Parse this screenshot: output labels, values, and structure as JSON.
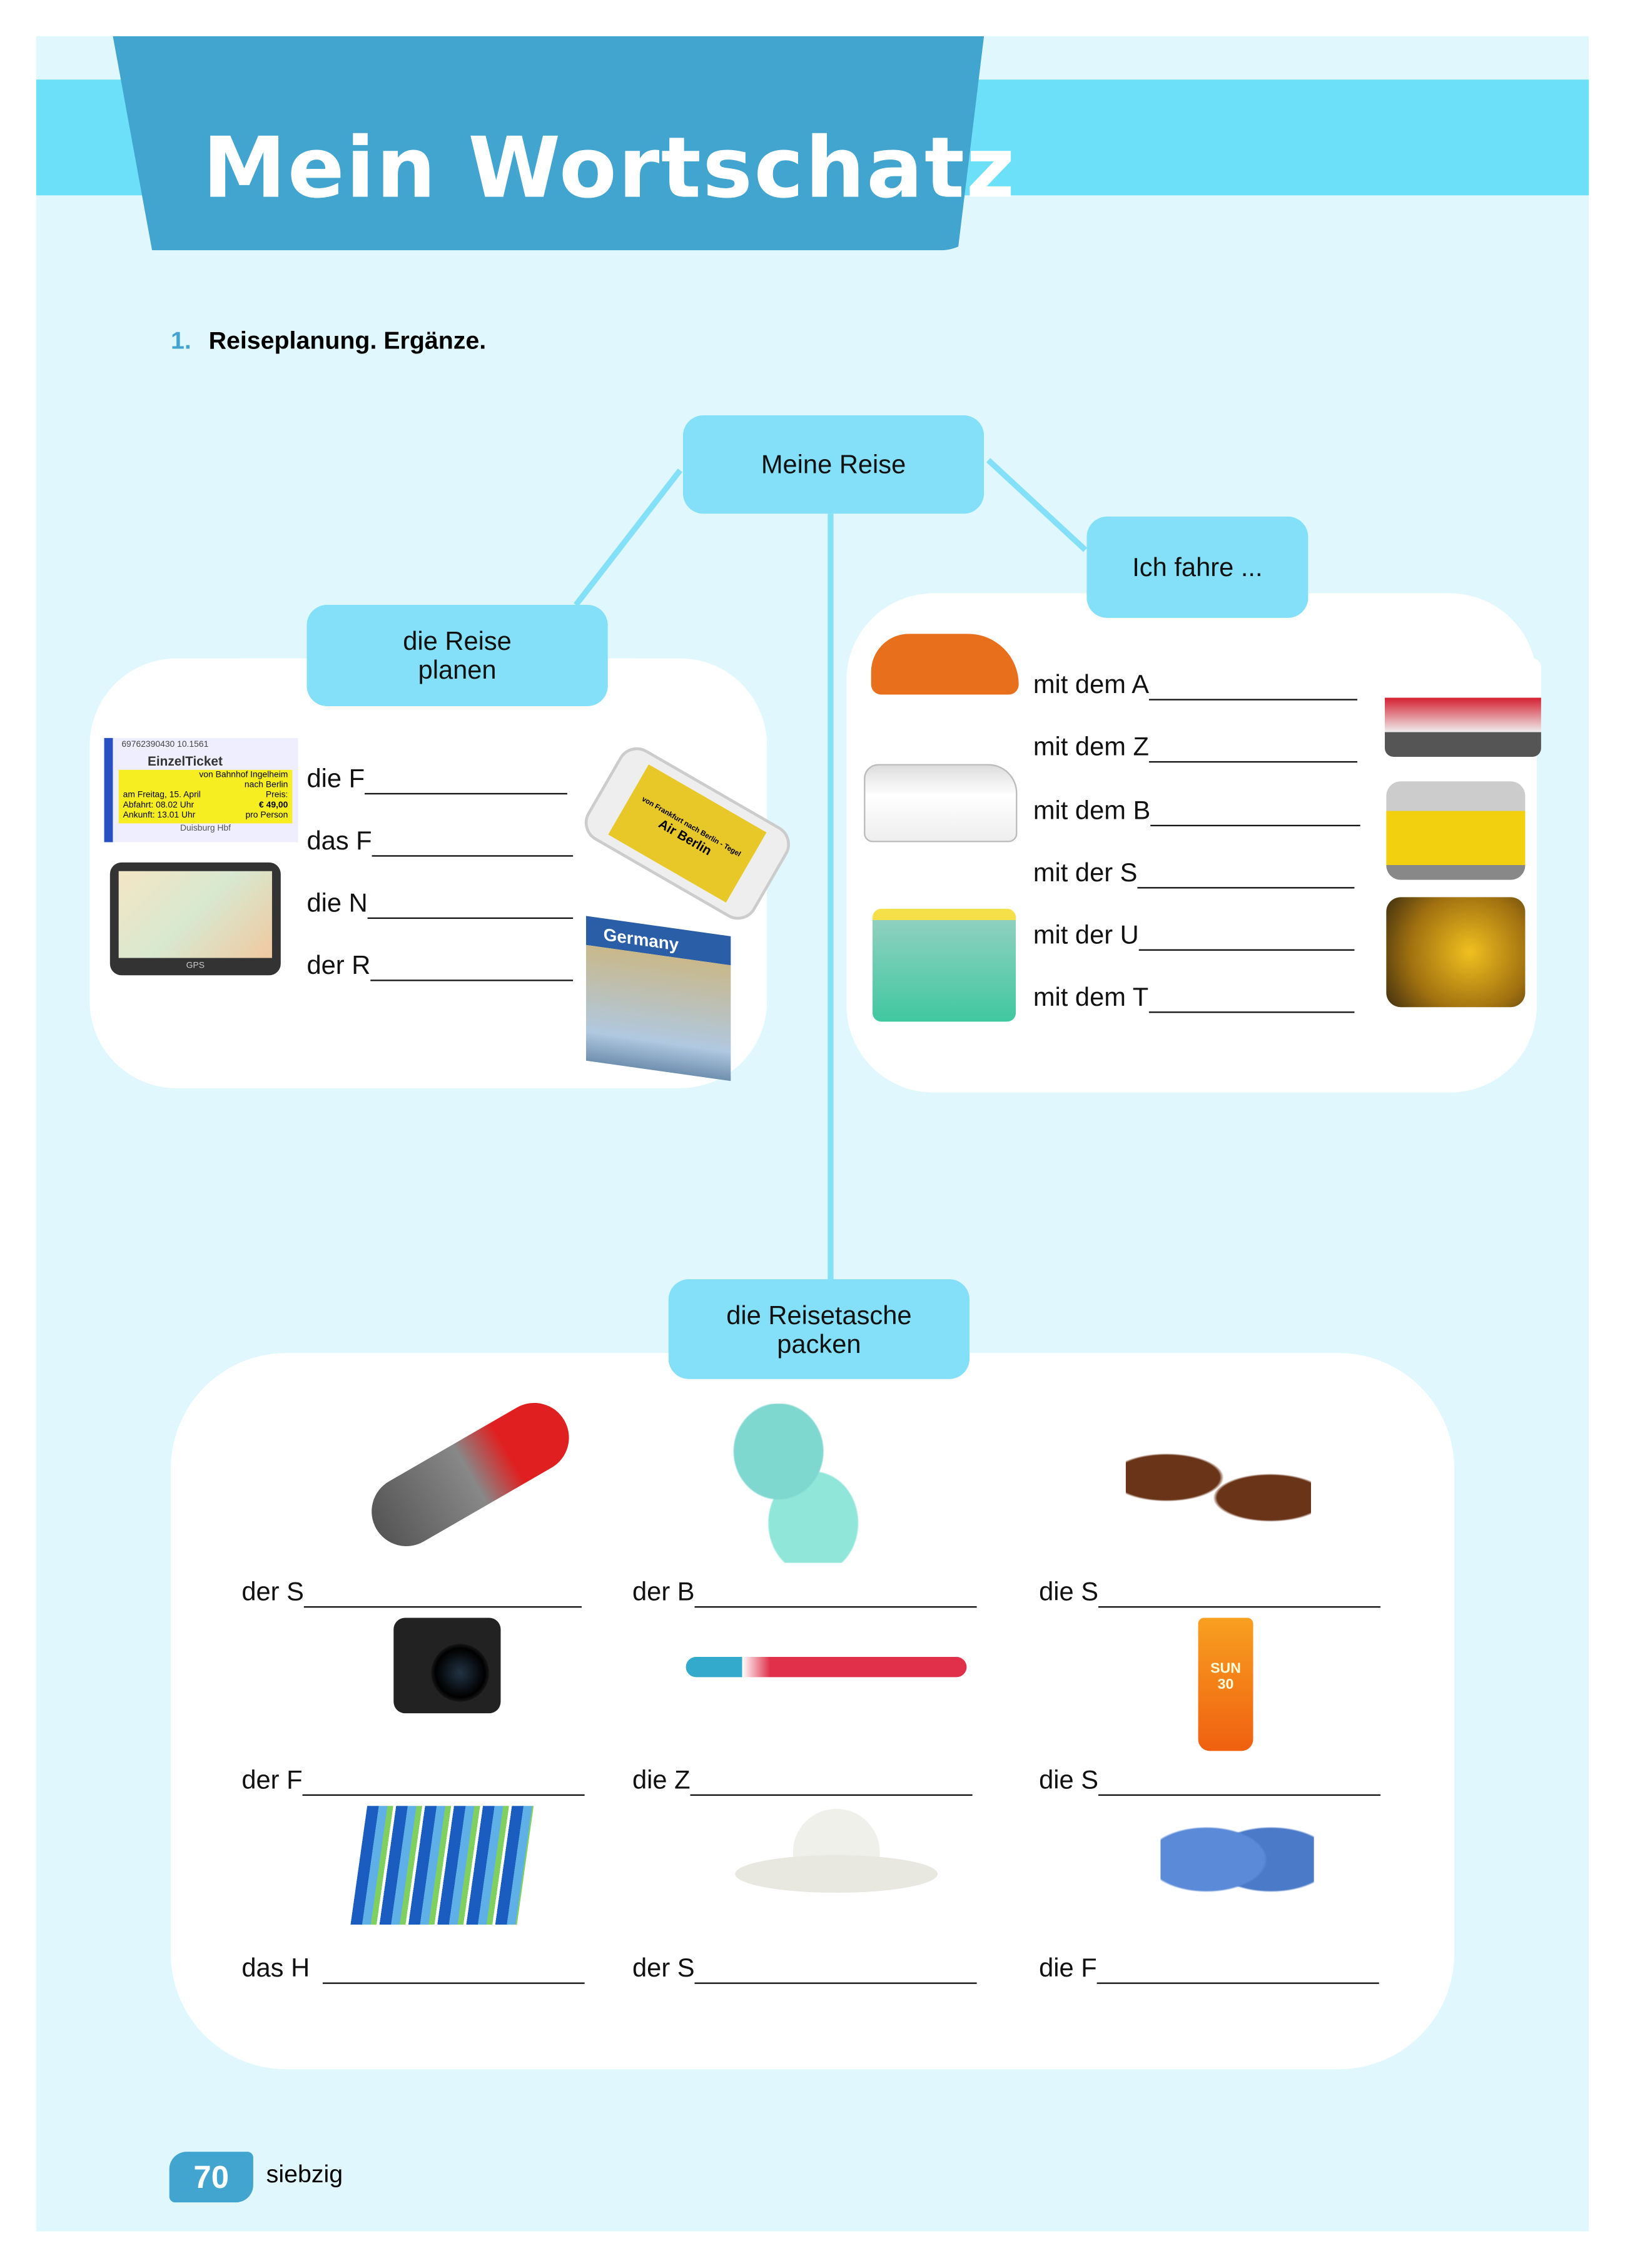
{
  "header": {
    "title": "Mein Wortschatz"
  },
  "exercise": {
    "number": "1.",
    "instruction": "Reiseplanung. Ergänze."
  },
  "mindmap": {
    "center": "Meine Reise",
    "plan": {
      "label": "die Reise planen",
      "items": [
        "die F",
        "das F",
        "die N",
        "der R"
      ]
    },
    "travel": {
      "label": "Ich fahre ...",
      "items": [
        "mit dem A",
        "mit dem Z",
        "mit dem B",
        "mit der S",
        "mit der U",
        "mit dem T"
      ]
    },
    "pack": {
      "label": "die Reisetasche packen",
      "items": [
        "der S",
        "der B",
        "die S",
        "der F",
        "die Z",
        "die S",
        "das H ",
        "der S",
        "die F"
      ]
    }
  },
  "ticket": {
    "number": "69762390430 10.1561",
    "title": "EinzelTicket",
    "from": "von Bahnhof Ingelheim",
    "to": "nach Berlin",
    "date": "am Freitag, 15. April",
    "dep": "Abfahrt: 08.02 Uhr",
    "arr": "Ankunft: 13.01 Uhr",
    "price_label": "Preis:",
    "price": "€ 49,00",
    "per": "pro Person",
    "station": "Duisburg Hbf"
  },
  "phone": {
    "airline": "Air Berlin",
    "route": "von Frankfurt nach Berlin - Tegel"
  },
  "guidebook": {
    "title": "Germany"
  },
  "gps": {
    "label": "GPS"
  },
  "sunscreen": {
    "label": "SUN",
    "spf": "30"
  },
  "footer": {
    "page_number": "70",
    "page_word": "siebzig"
  },
  "colors": {
    "page_bg": "#e0f8fd",
    "band": "#6ce0f8",
    "tab": "#42a5cf",
    "bubble": "#84e0f8"
  }
}
